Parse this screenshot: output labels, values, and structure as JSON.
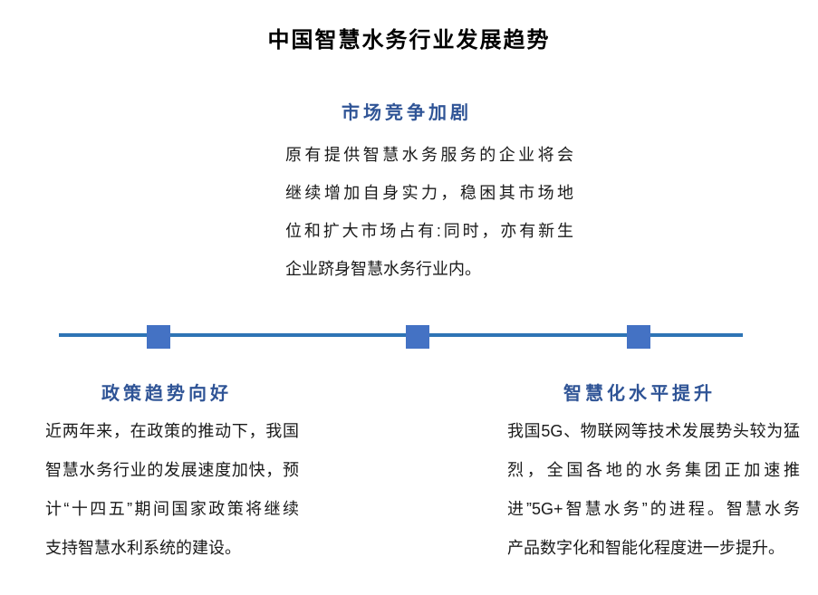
{
  "title": "中国智慧水务行业发展趋势",
  "colors": {
    "heading_blue": "#2F5496",
    "timeline_line": "#2E74B5",
    "timeline_marker": "#4472C4",
    "body_text": "#1a1a1a",
    "title_text": "#000000",
    "background": "#ffffff"
  },
  "timeline": {
    "marker_count": 3
  },
  "sections": [
    {
      "id": "market-competition",
      "position": "top-center",
      "heading": "市场竞争加剧",
      "lines": [
        "原有提供智慧水务服务的企业将会",
        "继续增加自身实力，稳困其市场地",
        "位和扩大市场占有:同时，亦有新生",
        "企业跻身智慧水务行业内。"
      ]
    },
    {
      "id": "policy-trend",
      "position": "bottom-left",
      "heading": "政策趋势向好",
      "lines": [
        "近两年来，在政策的推动下，我国",
        "智慧水务行业的发展速度加快，预",
        "计“十四五”期间国家政策将继续",
        "支持智慧水利系统的建设。"
      ]
    },
    {
      "id": "smart-level",
      "position": "bottom-right",
      "heading": "智慧化水平提升",
      "lines": [
        "我国5G、物联网等技术发展势头较为猛",
        "烈，全国各地的水务集团正加速推",
        "进”5G+智慧水务”的进程。智慧水务",
        "产品数字化和智能化程度进一步提升。"
      ]
    }
  ]
}
